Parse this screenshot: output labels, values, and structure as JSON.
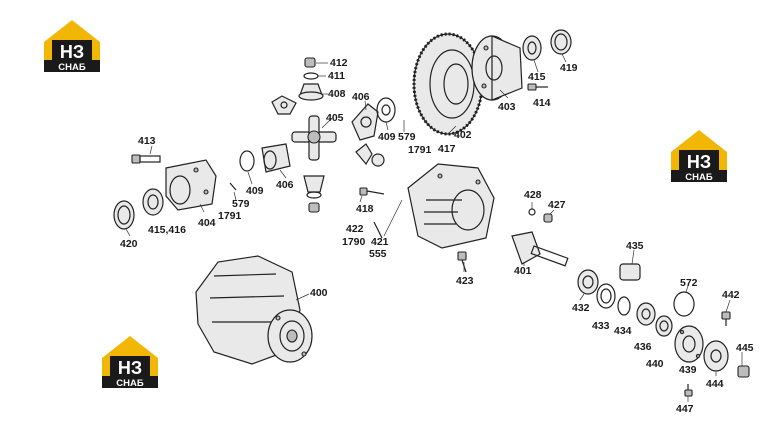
{
  "logos": [
    {
      "mark": "НЗ",
      "caption": "СНАБ"
    },
    {
      "mark": "НЗ",
      "caption": "СНАБ"
    },
    {
      "mark": "НЗ",
      "caption": "СНАБ"
    }
  ],
  "colors": {
    "logo_yellow": "#f2b705",
    "logo_black": "#1a1a1a"
  },
  "labels": {
    "p412": "412",
    "p411": "411",
    "p408": "408",
    "p406a": "406",
    "p405": "405",
    "p409a": "409",
    "p579a": "579",
    "p1791a": "1791",
    "p402": "402",
    "p417": "417",
    "p403": "403",
    "p414": "414",
    "p415": "415",
    "p419": "419",
    "p413": "413",
    "p409b": "409",
    "p406b": "406",
    "p579b": "579",
    "p1791b": "1791",
    "p404": "404",
    "p415416": "415,416",
    "p420": "420",
    "p418": "418",
    "p422": "422",
    "p1790": "1790",
    "p421": "421",
    "p555": "555",
    "p428": "428",
    "p427": "427",
    "p423": "423",
    "p401": "401",
    "p435": "435",
    "p432": "432",
    "p433": "433",
    "p434": "434",
    "p572": "572",
    "p442": "442",
    "p436": "436",
    "p440": "440",
    "p439": "439",
    "p444": "444",
    "p445": "445",
    "p447": "447",
    "p400": "400"
  }
}
